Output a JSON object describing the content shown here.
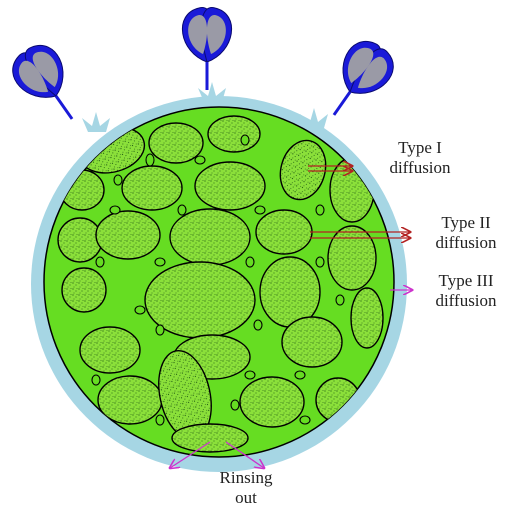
{
  "labels": {
    "type1": {
      "line1": "Type I",
      "line2": "diffusion"
    },
    "type2": {
      "line1": "Type II",
      "line2": "diffusion"
    },
    "type3": {
      "line1": "Type III",
      "line2": "diffusion"
    },
    "rinsing": {
      "line1": "Rinsing",
      "line2": "out"
    }
  },
  "colors": {
    "outer_layer": "#a6d6e4",
    "particle_matrix": "#66dd22",
    "granule_fill": "#8be03a",
    "outline": "#000000",
    "flower_blue": "#1a1ad8",
    "flower_gray": "#9a9aa6",
    "arrow_red": "#b22222",
    "arrow_magenta": "#cc33cc"
  },
  "icons": [
    "flower-molecule-icon"
  ]
}
